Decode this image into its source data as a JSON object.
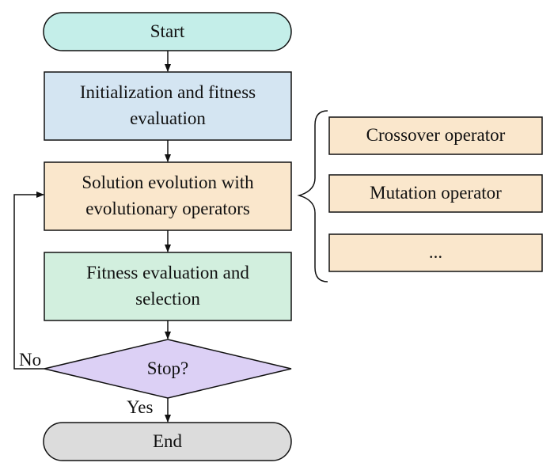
{
  "nodes": {
    "start": "Start",
    "init": "Initialization and fitness evaluation",
    "evolution": "Solution evolution with evolutionary operators",
    "selection": "Fitness evaluation and selection",
    "stop": "Stop?",
    "end": "End"
  },
  "operators": [
    "Crossover operator",
    "Mutation operator",
    "..."
  ],
  "edge_labels": {
    "no": "No",
    "yes": "Yes"
  },
  "colors": {
    "start_fill": "#c4eee9",
    "init_fill": "#d4e5f2",
    "evolution_fill": "#fae7cc",
    "selection_fill": "#d2efde",
    "stop_fill": "#dcd0f5",
    "end_fill": "#dcdcdc",
    "operator_fill": "#fae7cc",
    "stroke": "#111111"
  }
}
